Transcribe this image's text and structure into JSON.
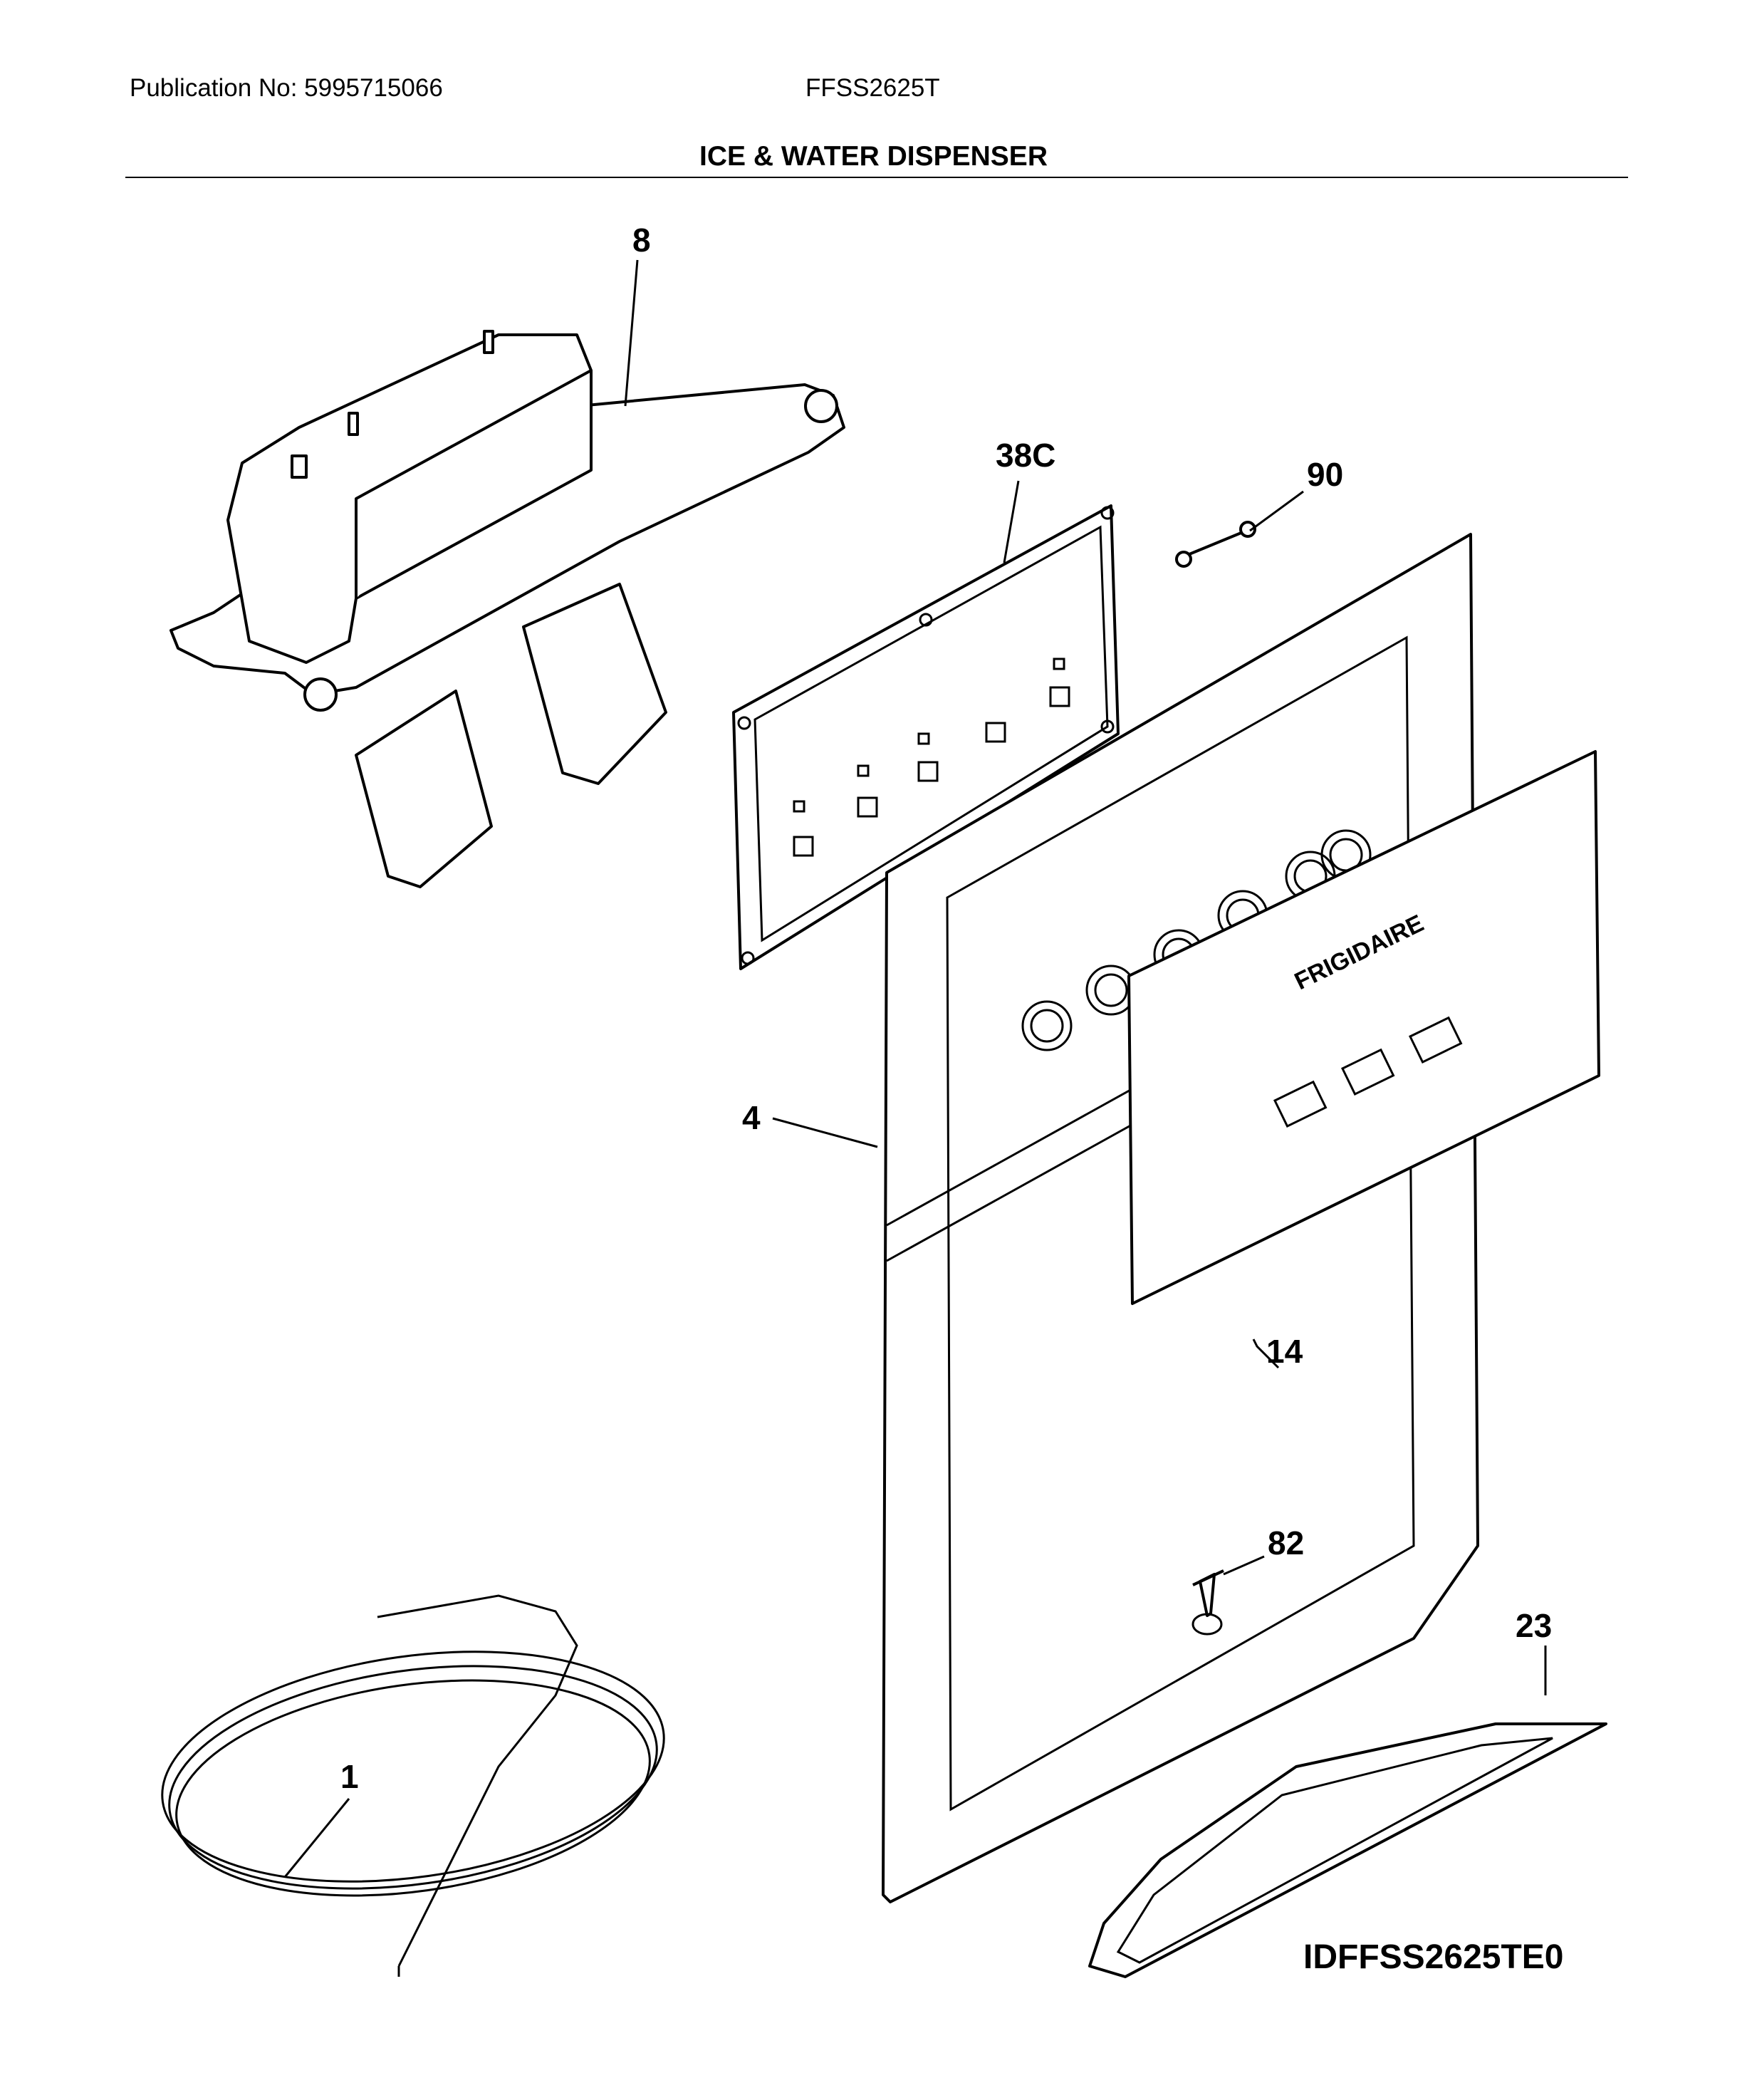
{
  "header": {
    "publication": "Publication No: 5995715066",
    "model": "FFSS2625T",
    "title": "ICE & WATER DISPENSER"
  },
  "footer": {
    "diagram_id": "IDFFSS2625TE0"
  },
  "parts": [
    {
      "id": "p8",
      "label": "8"
    },
    {
      "id": "p38c",
      "label": "38C"
    },
    {
      "id": "p90",
      "label": "90"
    },
    {
      "id": "p4",
      "label": "4"
    },
    {
      "id": "p14",
      "label": "14"
    },
    {
      "id": "p82",
      "label": "82"
    },
    {
      "id": "p23",
      "label": "23"
    },
    {
      "id": "p1",
      "label": "1"
    }
  ],
  "panel_text": {
    "brand": "FRIGIDAIRE"
  }
}
